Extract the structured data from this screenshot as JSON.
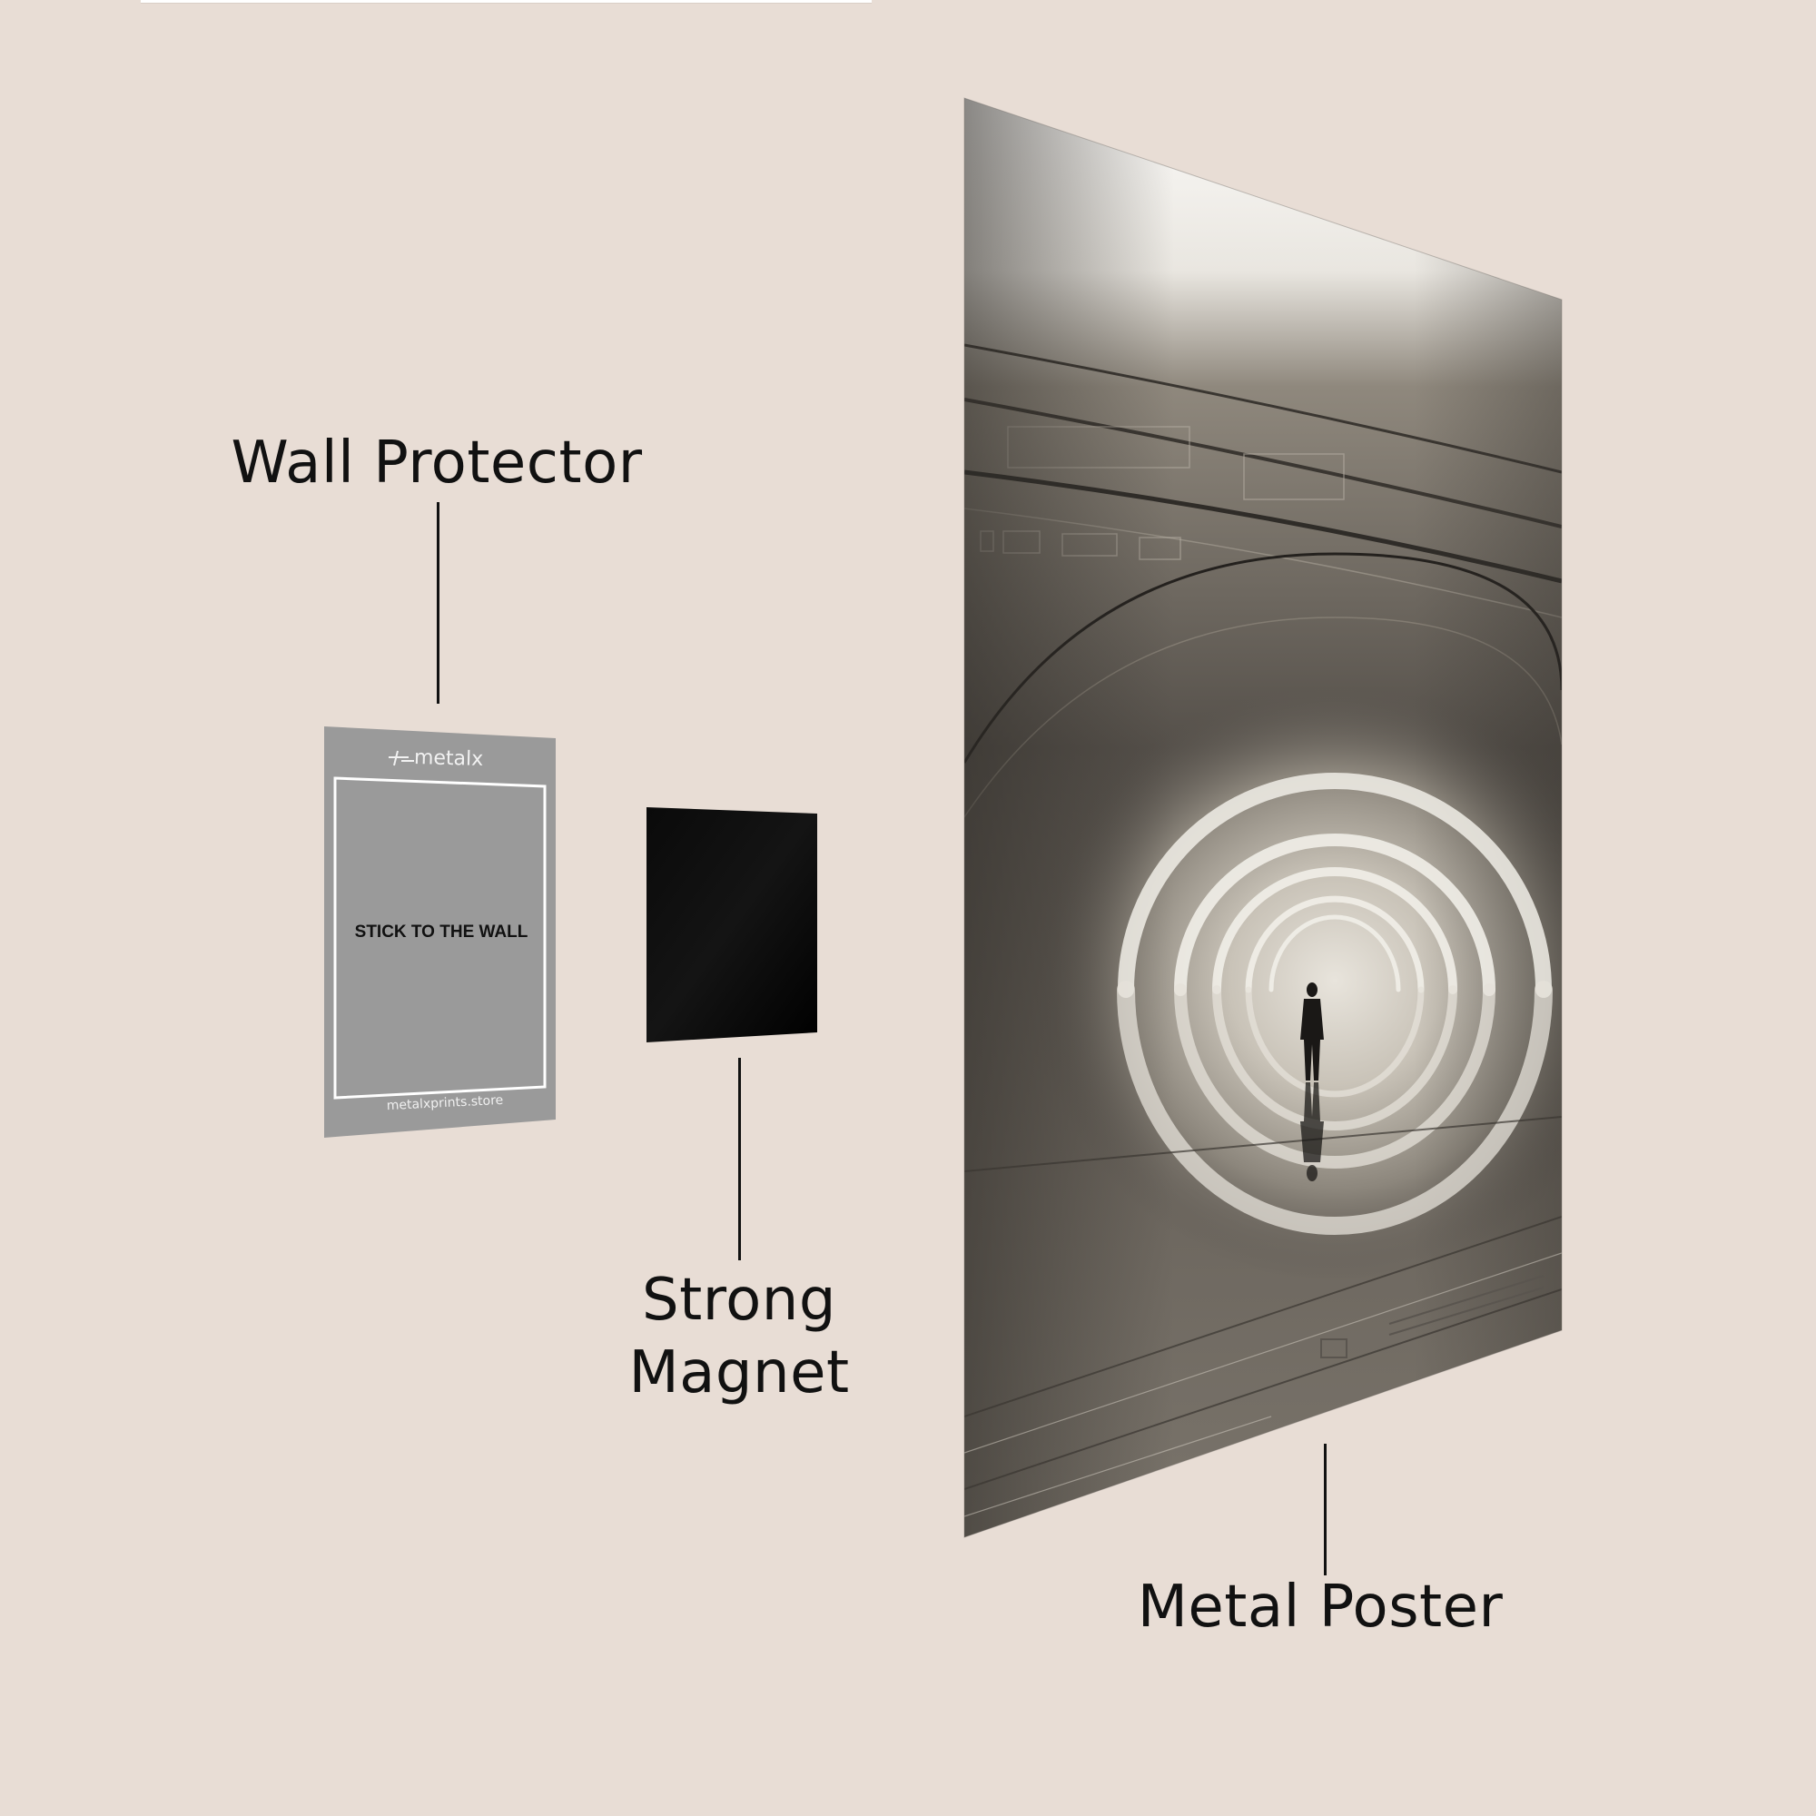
{
  "page": {
    "background_color": "#E8DDD5",
    "accent_text_color": "#111111"
  },
  "labels": {
    "wall_protector": "Wall Protector",
    "strong_magnet_line1": "Strong",
    "strong_magnet_line2": "Magnet",
    "metal_poster": "Metal Poster"
  },
  "wall_protector": {
    "brand": "metalx",
    "instruction": "STICK TO THE WALL",
    "website": "metalxprints.store",
    "color": "#9A9A9A",
    "frame_color": "#FFFFFF"
  },
  "magnet": {
    "color": "#050505"
  },
  "poster": {
    "subject": "silhouette of a person standing in a glowing futuristic circular tunnel with reflections on the floor",
    "palette": [
      "#F4F2EE",
      "#8C857A",
      "#4A4640",
      "#2E2B27"
    ]
  }
}
